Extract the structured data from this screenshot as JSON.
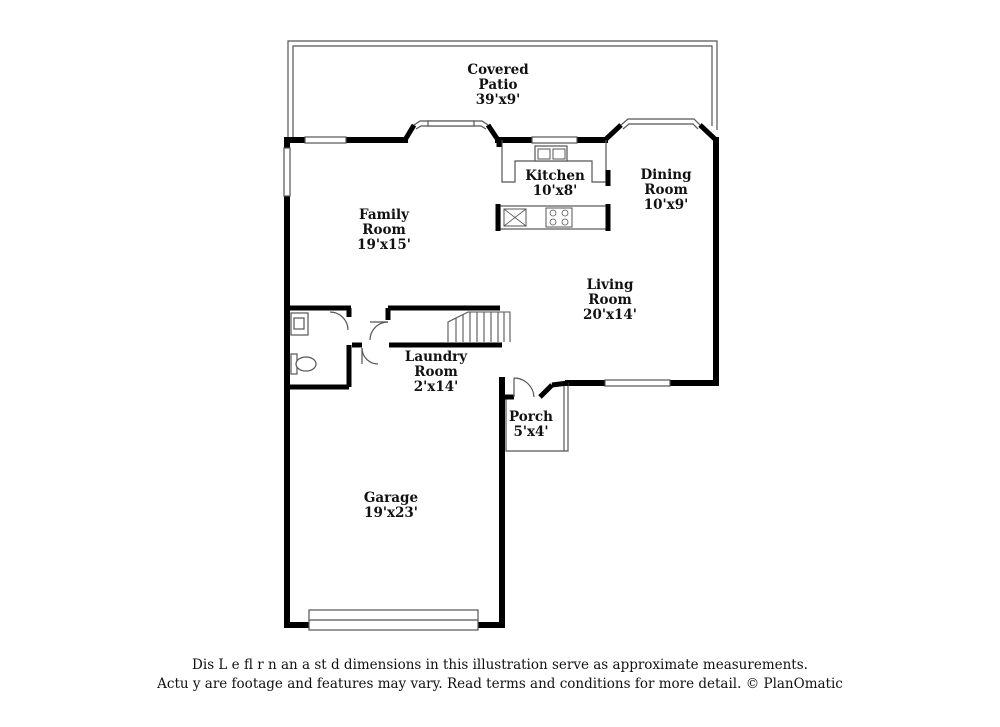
{
  "rooms": {
    "covered_patio": {
      "name_line1": "Covered",
      "name_line2": "Patio",
      "dims": "39'x9'"
    },
    "kitchen": {
      "name": "Kitchen",
      "dims": "10'x8'"
    },
    "dining_room": {
      "name_line1": "Dining",
      "name_line2": "Room",
      "dims": "10'x9'"
    },
    "family_room": {
      "name_line1": "Family",
      "name_line2": "Room",
      "dims": "19'x15'"
    },
    "living_room": {
      "name_line1": "Living",
      "name_line2": "Room",
      "dims": "20'x14'"
    },
    "laundry_room": {
      "name_line1": "Laundry",
      "name_line2": "Room",
      "dims": "2'x14'"
    },
    "porch": {
      "name": "Porch",
      "dims": "5'x4'"
    },
    "garage": {
      "name": "Garage",
      "dims": "19'x23'"
    }
  },
  "disclaimer": {
    "line1": "Dis    L  e fl  r n an a  st   d dimensions in this illustration serve as approximate measurements.",
    "line2": "Actu   y  are footage and features may vary. Read terms and conditions for more detail. © PlanOmatic"
  },
  "colors": {
    "wall": "#000000",
    "thin_line": "#555555",
    "background": "#ffffff"
  }
}
